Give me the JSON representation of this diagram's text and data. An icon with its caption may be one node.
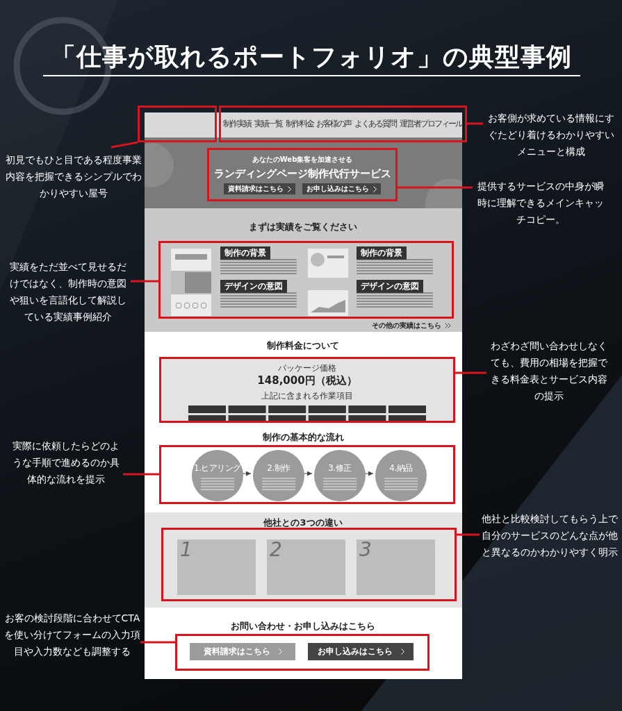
{
  "diagram": {
    "title": "「仕事が取れるポートフォリオ」の典型事例",
    "nodes": [
      {
        "text": [],
        "shape": "box"
      },
      {
        "text": [
          "制作実績",
          "実績一覧",
          "制作料金",
          "お客様の声",
          "よくある質問",
          "運営者プロフィール"
        ]
      },
      {
        "text": [
          "あなたのWeb集客を加速させる",
          "ランディングページ制作代行サービス",
          "資料請求はこちら",
          "お申し込みはこちら"
        ]
      },
      {
        "text": [
          "制作の背景",
          "デザインの意図",
          "制作の背景",
          "デザインの意図"
        ],
        "beside": [
          "その他の実績はこちら"
        ]
      },
      {
        "text": [
          "パッケージ価格",
          "148,000円（税込）",
          "上記に含まれる作業項目"
        ]
      },
      {
        "text": [],
        "shape": "box"
      },
      {
        "text": [
          "1.ヒアリング"
        ],
        "in": 5
      },
      {
        "text": [
          "2.制作"
        ],
        "in": 5
      },
      {
        "text": [
          "3.修正"
        ],
        "in": 5
      },
      {
        "text": [
          "4.納品"
        ],
        "in": 5
      },
      {
        "text": [],
        "shape": "box"
      },
      {
        "text": [
          "1"
        ],
        "in": 10
      },
      {
        "text": [
          "2"
        ],
        "in": 10
      },
      {
        "text": [
          "3"
        ],
        "in": 10
      },
      {
        "text": [
          "資料請求はこちら",
          "お申し込みはこちら"
        ]
      },
      {
        "text": [
          "お客側が求めている情報にすぐたどり着けるわかりやすいメニューと構成"
        ]
      },
      {
        "text": [
          "初見でもひと目である程度事業内容を把握できるシンプルでわかりやすい屋号"
        ]
      },
      {
        "text": [
          "提供するサービスの中身が瞬時に理解できるメインキャッチコピー。"
        ]
      },
      {
        "text": [
          "実績をただ並べて見せるだけではなく、制作時の意図や狙いを言語化して解説している実績事例紹介"
        ]
      },
      {
        "text": [
          "わざわざ問い合わせしなくても、費用の相場を把握できる料金表とサービス内容の提示"
        ]
      },
      {
        "text": [
          "実際に依頼したらどのような手順で進めるのか具体的な流れを提示"
        ]
      },
      {
        "text": [
          "他社と比較検討してもらう上で自分のサービスのどんな点が他と異なるのかわかりやすく明示"
        ]
      },
      {
        "text": [
          "お客の検討段階に合わせてCTAを使い分けてフォームの入力項目や入力数なども調整する"
        ]
      }
    ],
    "edges": [
      {
        "from": 16,
        "to": 0,
        "arrow": "none"
      },
      {
        "from": 15,
        "to": 1,
        "arrow": "none"
      },
      {
        "from": 17,
        "to": 2,
        "arrow": "none"
      },
      {
        "from": 18,
        "to": 3,
        "arrow": "none"
      },
      {
        "from": 19,
        "to": 4,
        "arrow": "none"
      },
      {
        "from": 20,
        "to": 5,
        "arrow": "none"
      },
      {
        "from": 21,
        "to": 10,
        "arrow": "none"
      },
      {
        "from": 22,
        "to": 14,
        "arrow": "none"
      },
      {
        "from": 6,
        "to": 7,
        "arrow": "to",
        "color": "#444444"
      },
      {
        "from": 7,
        "to": 8,
        "arrow": "to",
        "color": "#444444"
      },
      {
        "from": 8,
        "to": 9,
        "arrow": "to",
        "color": "#444444"
      }
    ],
    "labels": [
      "まずは実績をご覧ください",
      "制作料金について",
      "制作の基本的な流れ",
      "他社との3つの違い",
      "お問い合わせ・お申し込みはこちら"
    ]
  }
}
